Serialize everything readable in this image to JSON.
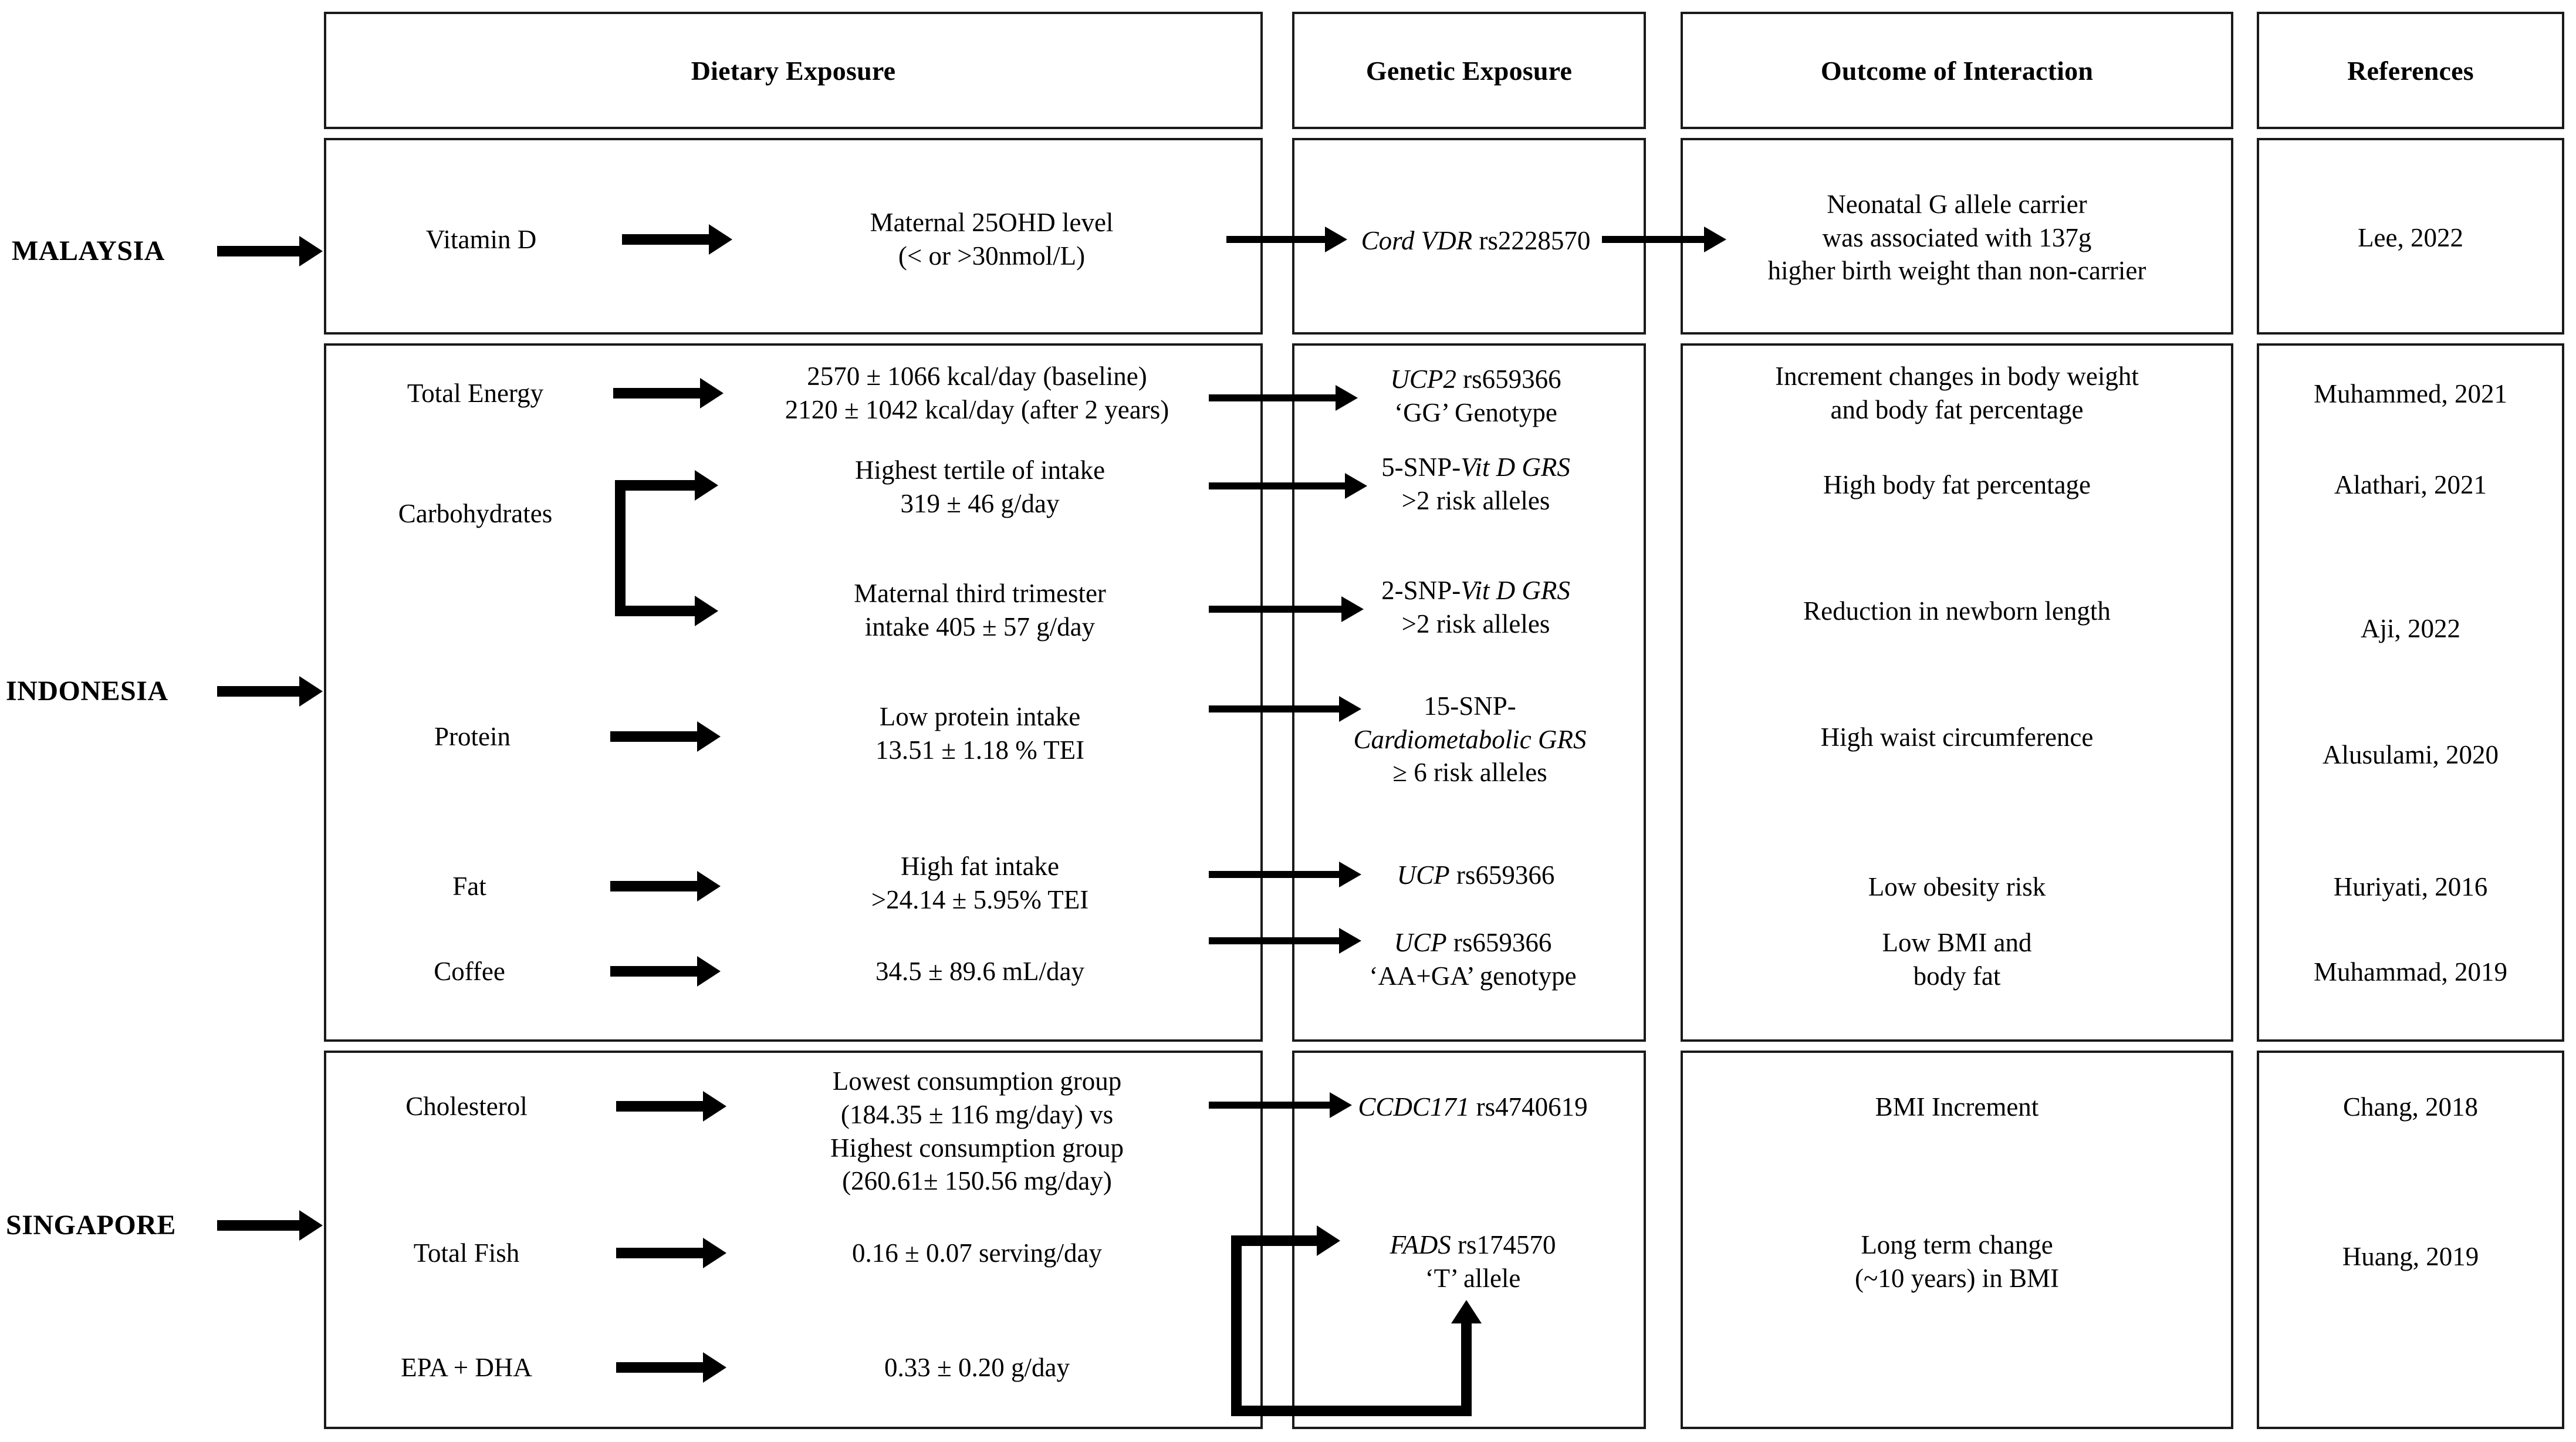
{
  "headers": [
    {
      "label": "Dietary Exposure"
    },
    {
      "label": "Genetic Exposure"
    },
    {
      "label": "Outcome of Interaction"
    },
    {
      "label": "References"
    }
  ],
  "countries": [
    {
      "name": "MALAYSIA"
    },
    {
      "name": "INDONESIA"
    },
    {
      "name": "SINGAPORE"
    }
  ],
  "rows": [
    {
      "country": "MALAYSIA",
      "entries": [
        {
          "exposure": "Vitamin D",
          "detail": "Maternal 25OHD level\n(< or >30nmol/L)",
          "gene_italic": "Cord VDR",
          "gene_rest": " rs2228570",
          "gene_line2": "",
          "outcome": "Neonatal G allele carrier\nwas associated with 137g\nhigher birth weight than non-carrier",
          "reference": "Lee, 2022"
        }
      ]
    },
    {
      "country": "INDONESIA",
      "entries": [
        {
          "exposure": "Total Energy",
          "detail": "2570 ± 1066 kcal/day (baseline)\n2120 ±  1042 kcal/day (after 2 years)",
          "gene_italic": "UCP2",
          "gene_rest": " rs659366",
          "gene_line2": "‘GG’ Genotype",
          "outcome": "Increment changes in body weight\nand body fat percentage",
          "reference": "Muhammed, 2021"
        },
        {
          "exposure": "Carbohydrates",
          "detail": "Highest tertile of intake\n319 ± 46 g/day",
          "gene_prefix": "5-SNP-",
          "gene_italic": "Vit D GRS",
          "gene_rest": "",
          "gene_line2": ">2 risk alleles",
          "outcome": "High body fat percentage",
          "reference": "Alathari, 2021"
        },
        {
          "exposure": "",
          "detail": "Maternal third trimester\nintake 405 ± 57 g/day",
          "gene_prefix": "2-SNP-",
          "gene_italic": "Vit D GRS",
          "gene_rest": "",
          "gene_line2": ">2 risk alleles",
          "outcome": "Reduction in newborn length",
          "reference": "Aji, 2022"
        },
        {
          "exposure": "Protein",
          "detail": "Low protein intake\n13.51 ± 1.18 % TEI",
          "gene_prefix": "15-SNP-",
          "gene_italic": "Cardiometabolic GRS",
          "gene_rest": "",
          "gene_line2": "≥ 6 risk alleles",
          "outcome": "High waist circumference",
          "reference": "Alusulami, 2020"
        },
        {
          "exposure": "Fat",
          "detail": "High fat intake\n>24.14 ± 5.95% TEI",
          "gene_italic": "UCP",
          "gene_rest": " rs659366",
          "gene_line2": "",
          "outcome": "Low obesity risk",
          "reference": "Huriyati, 2016"
        },
        {
          "exposure": "Coffee",
          "detail": "34.5 ± 89.6 mL/day",
          "gene_italic": "UCP",
          "gene_rest": " rs659366",
          "gene_line2": "‘AA+GA’ genotype",
          "outcome": "Low BMI and\nbody fat",
          "reference": "Muhammad, 2019"
        }
      ]
    },
    {
      "country": "SINGAPORE",
      "entries": [
        {
          "exposure": "Cholesterol",
          "detail": "Lowest consumption group\n(184.35 ± 116 mg/day) vs\nHighest consumption group\n(260.61± 150.56 mg/day)",
          "gene_italic": "CCDC171",
          "gene_rest": " rs4740619",
          "gene_line2": "",
          "outcome": "BMI Increment",
          "reference": "Chang, 2018"
        },
        {
          "exposure": "Total Fish",
          "detail": "0.16 ± 0.07 serving/day",
          "gene_italic": "FADS",
          "gene_rest": " rs174570",
          "gene_line2": "‘T’ allele",
          "outcome": "Long term change\n(~10 years) in BMI",
          "reference": "Huang, 2019"
        },
        {
          "exposure": "EPA + DHA",
          "detail": "0.33 ± 0.20 g/day",
          "gene_italic": "",
          "gene_rest": "",
          "gene_line2": "",
          "outcome": "",
          "reference": ""
        }
      ]
    }
  ],
  "colors": {
    "line": "#1a1a1a",
    "text": "#000000",
    "background": "#ffffff"
  }
}
